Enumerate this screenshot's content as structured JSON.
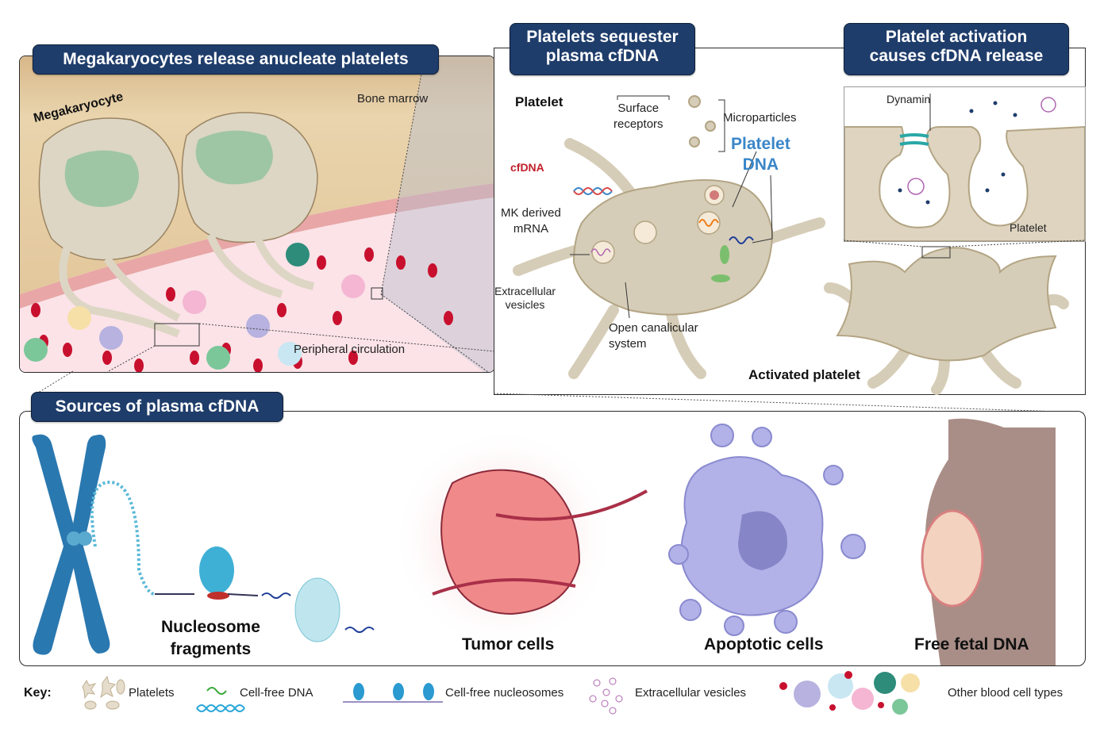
{
  "panels": {
    "megakaryocytes": {
      "title": "Megakaryocytes release anucleate platelets",
      "labels": {
        "megakaryocyte": "Megakaryocyte",
        "bone_marrow": "Bone marrow",
        "peripheral_circulation": "Peripheral circulation"
      }
    },
    "sequester": {
      "title_line1": "Platelets sequester",
      "title_line2": "plasma cfDNA",
      "labels": {
        "platelet": "Platelet",
        "surface_receptors_1": "Surface",
        "surface_receptors_2": "receptors",
        "microparticles": "Microparticles",
        "cfdna": "cfDNA",
        "platelet_dna_1": "Platelet",
        "platelet_dna_2": "DNA",
        "mk_mrna_1": "MK derived",
        "mk_mrna_2": "mRNA",
        "ev_1": "Extracellular",
        "ev_2": "vesicles",
        "ocs_1": "Open canalicular",
        "ocs_2": "system"
      }
    },
    "activation": {
      "title_line1": "Platelet activation",
      "title_line2": "causes cfDNA release",
      "labels": {
        "dynamin": "Dynamin",
        "platelet": "Platelet",
        "activated_platelet": "Activated platelet"
      }
    },
    "sources": {
      "title": "Sources of plasma cfDNA",
      "items": [
        {
          "line1": "Nucleosome",
          "line2": "fragments"
        },
        {
          "line1": "Tumor cells"
        },
        {
          "line1": "Apoptotic cells"
        },
        {
          "line1": "Free fetal DNA"
        }
      ]
    }
  },
  "key": {
    "title": "Key:",
    "items": [
      {
        "label": "Platelets",
        "icon": "platelets-icon"
      },
      {
        "label": "Cell-free DNA",
        "icon": "dna-icon"
      },
      {
        "label": "Cell-free nucleosomes",
        "icon": "nucleosome-icon"
      },
      {
        "label": "Extracellular vesicles",
        "icon": "vesicle-icon"
      },
      {
        "label": "Other blood cell types",
        "icon": "blood-cells-icon"
      }
    ]
  },
  "colors": {
    "pill": "#1f3d6b",
    "cfdna_label": "#c0202a",
    "platelet_dna_label": "#3a86c8",
    "platelet_body": "#d6cdb8",
    "bone_marrow": "#e6cfa6",
    "plasma": "#fbe3e8"
  }
}
